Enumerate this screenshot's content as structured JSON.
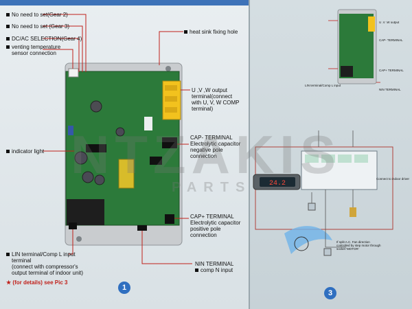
{
  "left_page": {
    "labels": {
      "gear2": "No need to set(Gear 2)",
      "gear3": "No need to set (Gear 3)",
      "gear4": "DC/AC SELECTION(Gear 4)",
      "venting_1": "venting temperature",
      "venting_2": "sensor connection",
      "heat_sink": "heat sink fixing hole",
      "uvw_1": "U ,V ,W output",
      "uvw_2": "terminal(connect",
      "uvw_3": "with U, V, W COMP",
      "uvw_4": "terminal)",
      "cap_minus_1": "CAP- TERMINAL",
      "cap_minus_2": "Electrolytic capacitor",
      "cap_minus_3": "negative pole",
      "cap_minus_4": "connection",
      "indicator": "indicator light",
      "cap_plus_1": "CAP+ TERMINAL",
      "cap_plus_2": "Electrolytic capacitor",
      "cap_plus_3": "positive pole",
      "cap_plus_4": "connection",
      "lin_1": "LIN terminal/Comp L input",
      "lin_2": "terminal",
      "lin_3": "(connect with compressor's",
      "lin_4": "output terminal of indoor unit)",
      "nin_1": "NIN TERMINAL",
      "nin_2": "comp N input",
      "details": "(for details) see Pic 3"
    },
    "page_number": "1"
  },
  "right_page": {
    "labels": {
      "uvw": "U .V .W output",
      "cap_minus": "CAP- TERMINAL",
      "cap_plus": "CAP+ TERMINAL",
      "nin": "NIN TERMINAL",
      "lin": "LIN terminal/Comp L input",
      "indoor": "Connect to indoor driver",
      "fan_dir_1": "If split A.C. Fan direction",
      "fan_dir_2": "controlled by step motor through",
      "fan_dir_3": "socket 'MOTOR'"
    },
    "display_value": "24.2",
    "page_number": "3"
  },
  "watermark": {
    "main": "NTZAKIS",
    "sub": "PARTS"
  },
  "colors": {
    "pcb_green": "#2c7a3a",
    "terminal_yellow": "#f2c21e",
    "leader_red": "#c0201a",
    "page_badge": "#2f6fc0"
  }
}
